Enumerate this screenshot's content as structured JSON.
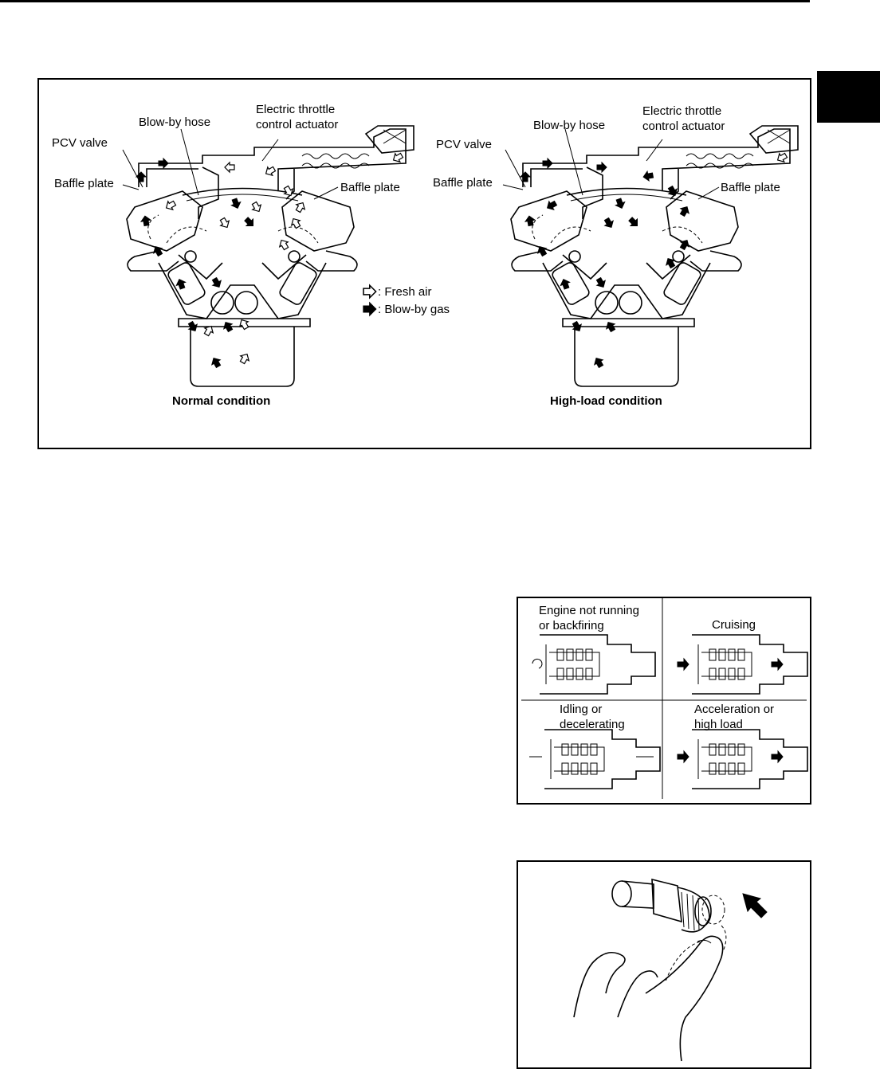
{
  "figure1": {
    "left": {
      "electric_throttle": "Electric throttle\ncontrol actuator",
      "blowby_hose": "Blow-by hose",
      "pcv_valve": "PCV valve",
      "baffle_left": "Baffle plate",
      "baffle_right": "Baffle plate",
      "caption": "Normal condition"
    },
    "right": {
      "electric_throttle": "Electric throttle\ncontrol actuator",
      "blowby_hose": "Blow-by hose",
      "pcv_valve": "PCV valve",
      "baffle_left": "Baffle plate",
      "baffle_right": "Baffle plate",
      "caption": "High-load condition"
    },
    "legend": {
      "fresh_air": ": Fresh air",
      "blowby_gas": ": Blow-by gas"
    }
  },
  "figure2": {
    "not_running": "Engine not running\nor backfiring",
    "cruising": "Cruising",
    "idling": "Idling or\ndecelerating",
    "acceleration": "Acceleration or\nhigh load"
  }
}
